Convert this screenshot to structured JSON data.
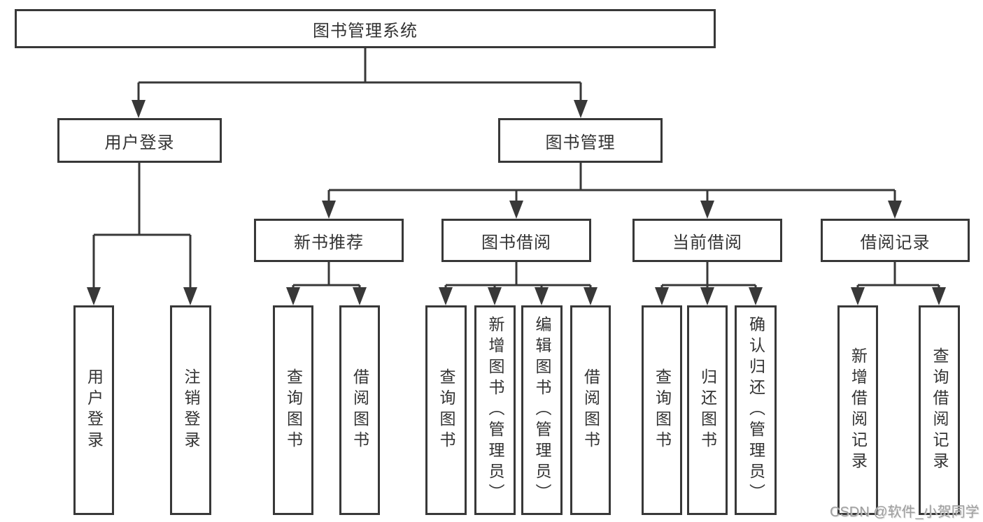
{
  "title": "图书管理系统",
  "level1": {
    "userLogin": "用户登录",
    "bookMgmt": "图书管理"
  },
  "level2": {
    "newBooks": "新书推荐",
    "bookBorrow": "图书借阅",
    "currentBorrow": "当前借阅",
    "borrowRecords": "借阅记录"
  },
  "leaves": {
    "userLogin": [
      "用户登录",
      "注销登录"
    ],
    "newBooks": [
      "查询图书",
      "借阅图书"
    ],
    "bookBorrow": [
      "查询图书",
      "新增图书（管理员）",
      "编辑图书（管理员）",
      "借阅图书"
    ],
    "currentBorrow": [
      "查询图书",
      "归还图书",
      "确认归还（管理员）"
    ],
    "borrowRecords": [
      "新增借阅记录",
      "查询借阅记录"
    ]
  },
  "watermark": "CSDN @软件_小贺同学",
  "colors": {
    "line": "#383838",
    "box_border": "#383838",
    "text": "#333333",
    "watermark": "#9e9e9e",
    "background": "#ffffff"
  }
}
